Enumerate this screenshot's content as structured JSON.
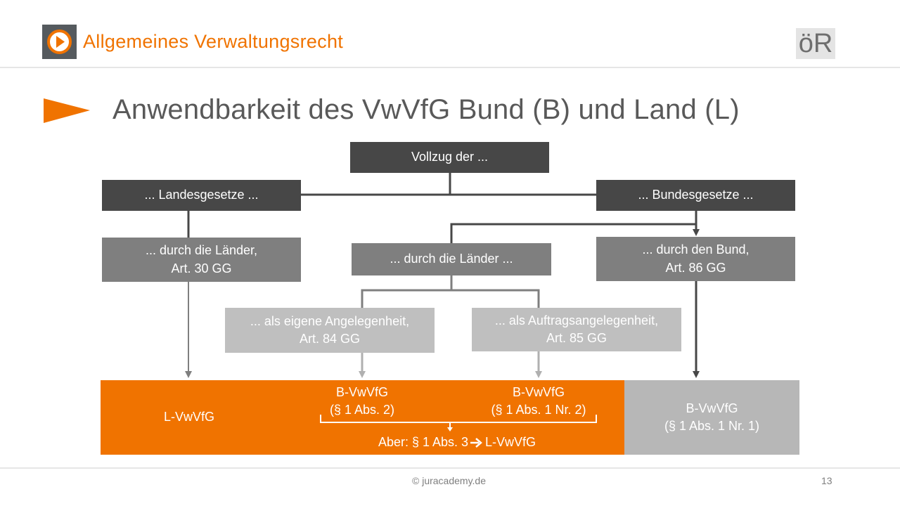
{
  "header": {
    "title": "Allgemeines Verwaltungsrecht",
    "badge": "öR",
    "logo_icon": "play-circle-icon",
    "accent": "#f07300"
  },
  "slide": {
    "title": "Anwendbarkeit des VwVfG Bund (B) und Land (L)",
    "bullet_icon": "triangle-arrow-icon"
  },
  "diagram": {
    "root": "Vollzug der ...",
    "landesgesetze": "... Landesgesetze ...",
    "bundesgesetze": "... Bundesgesetze ...",
    "durch_laender_art30": "... durch die Länder,\nArt. 30 GG",
    "durch_laender": "... durch die Länder ...",
    "durch_bund": "... durch den Bund,\nArt. 86 GG",
    "eigene": "... als eigene Angelegenheit,\nArt. 84 GG",
    "auftrag": "... als Auftragsangelegenheit,\nArt. 85 GG",
    "l_vwvfg": "L-VwVfG",
    "b_vwvfg_abs2": "B-VwVfG\n(§ 1 Abs. 2)",
    "b_vwvfg_abs1nr2": "B-VwVfG\n(§ 1 Abs. 1 Nr. 2)",
    "aber_prefix": "Aber: § 1 Abs. 3 ",
    "aber_suffix": "L-VwVfG",
    "b_vwvfg_abs1nr1": "B-VwVfG\n(§ 1 Abs. 1 Nr. 1)"
  },
  "footer": {
    "copyright": "© juracademy.de",
    "page": "13"
  }
}
